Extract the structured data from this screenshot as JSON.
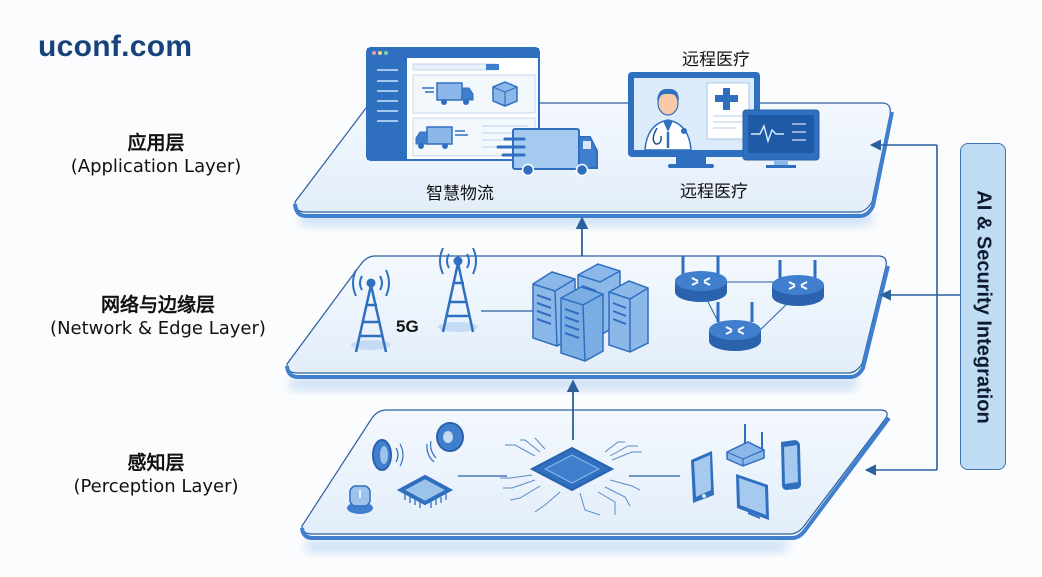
{
  "brand": "uconf.com",
  "layers": [
    {
      "id": "application",
      "label_zh": "应用层",
      "label_en": "(Application Layer)"
    },
    {
      "id": "network",
      "label_zh": "网络与边缘层",
      "label_en": "(Network & Edge Layer)"
    },
    {
      "id": "perception",
      "label_zh": "感知层",
      "label_en": "(Perception Layer)"
    }
  ],
  "application": {
    "logistics_caption": "智慧物流",
    "telemedicine_top_caption": "远程医疗",
    "telemedicine_bottom_caption": "远程医疗"
  },
  "network": {
    "tower_badge": "5G"
  },
  "side_panel": {
    "label": "AI & Security Integration"
  },
  "colors": {
    "brand": "#17427a",
    "accent": "#2f6fc0",
    "platform_fill": "#eaf3fc",
    "platform_edge": "#3f7fce",
    "panel_fill": "#bfdcf4"
  },
  "icons": {
    "logistics_window": "logistics-dashboard-icon",
    "truck": "delivery-truck-icon",
    "box": "package-box-icon",
    "doctor_monitor": "telemedicine-doctor-icon",
    "vitals_monitor": "heart-monitor-icon",
    "cell_tower": "cell-tower-icon",
    "server": "server-icon",
    "router": "router-icon",
    "chip": "microchip-icon",
    "sensor": "sensor-icon",
    "led": "led-icon",
    "tablet": "tablet-icon",
    "phone": "phone-icon",
    "monitor": "monitor-icon",
    "wifi_router": "wifi-router-icon"
  }
}
